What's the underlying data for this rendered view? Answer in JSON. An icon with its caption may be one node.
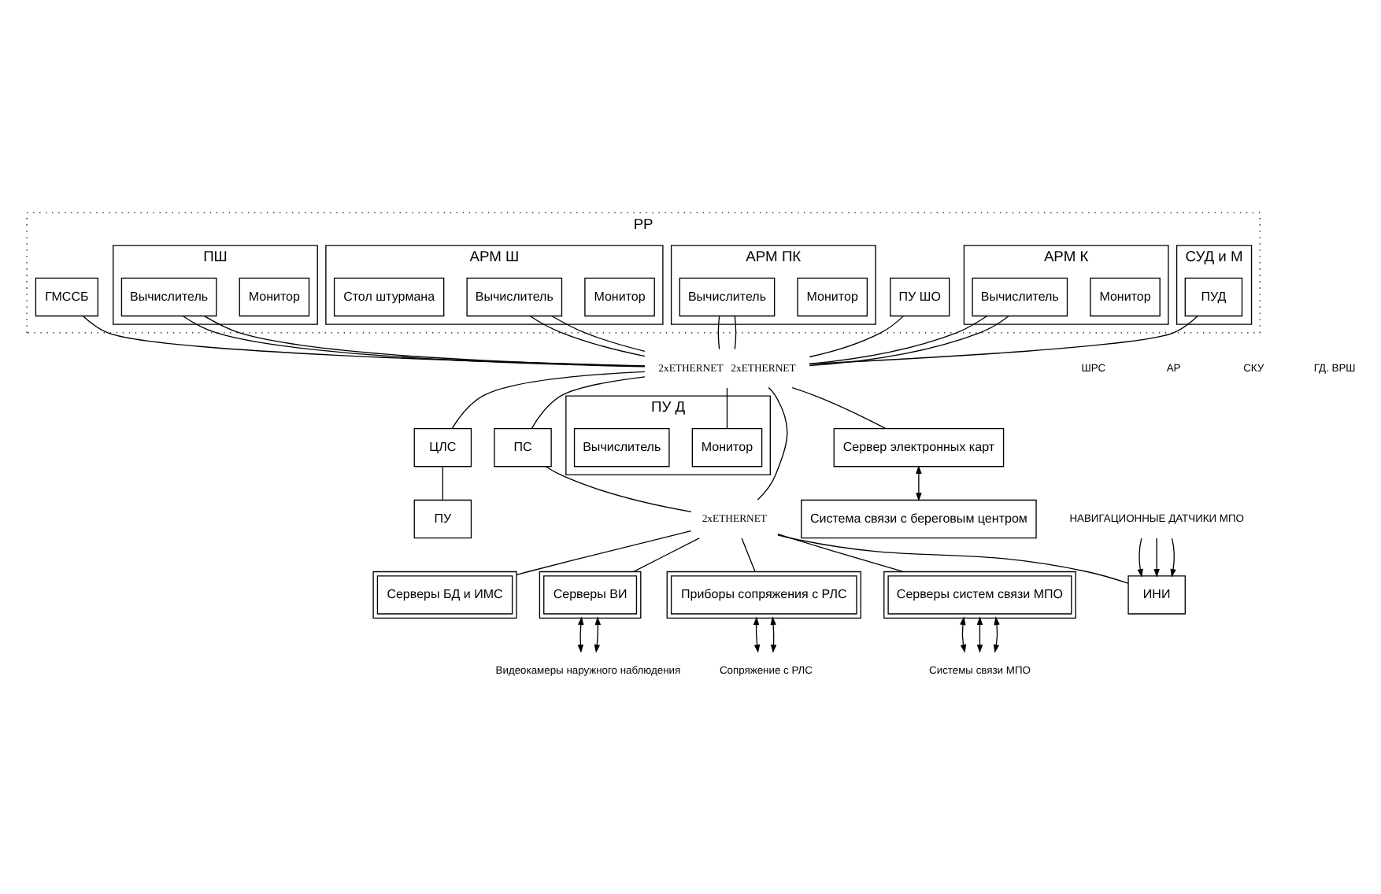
{
  "diagram": {
    "nodes": [
      {
        "text": [
          "РР"
        ]
      },
      {
        "text": [
          "ГМССБ"
        ],
        "in": 0
      },
      {
        "text": [
          "ПУ ШО"
        ],
        "in": 0
      },
      {
        "text": [
          "АРМ К"
        ],
        "in": 0
      },
      {
        "text": [
          "Монитор"
        ],
        "in": 3
      },
      {
        "text": [
          "Вычислитель"
        ],
        "in": 3
      },
      {
        "text": [
          "СУД и М"
        ],
        "in": 0
      },
      {
        "text": [
          "ПУД"
        ],
        "in": 6
      },
      {
        "text": [
          "АРМ ПК"
        ],
        "in": 0
      },
      {
        "text": [
          "Монитор"
        ],
        "in": 8
      },
      {
        "text": [
          "Вычислитель"
        ],
        "in": 8
      },
      {
        "text": [
          "АРМ Ш"
        ],
        "in": 0
      },
      {
        "text": [
          "Монитор"
        ],
        "in": 11
      },
      {
        "text": [
          "Вычислитель"
        ],
        "in": 11
      },
      {
        "text": [
          "Стол штурмана"
        ],
        "in": 11
      },
      {
        "text": [
          "ПШ"
        ],
        "in": 0
      },
      {
        "text": [
          "Монитор"
        ],
        "in": 15
      },
      {
        "text": [
          "Вычислитель"
        ],
        "in": 15
      },
      {
        "text": [
          "2xETHERNET",
          "2xETHERNET"
        ]
      },
      {
        "text": [
          "ПС"
        ]
      },
      {
        "text": [
          "ЦЛС"
        ]
      },
      {
        "text": [
          "ПУ"
        ]
      },
      {
        "text": [
          "ПУ Д"
        ]
      },
      {
        "text": [
          "Монитор"
        ],
        "in": 22
      },
      {
        "text": [
          "Вычислитель"
        ],
        "in": 22
      },
      {
        "text": [
          "Сервер электронных карт"
        ]
      },
      {
        "text": [
          "Система связи с береговым центром"
        ]
      },
      {
        "text": [
          "2xETHERNET"
        ]
      },
      {
        "text": [
          "ИНИ"
        ]
      },
      {
        "text": [
          "Серверы систем связи МПО"
        ]
      },
      {
        "text": [
          "Серверы БД и ИМС"
        ]
      },
      {
        "text": [
          "Серверы ВИ"
        ]
      },
      {
        "text": [
          "Приборы сопряжения с РЛС"
        ]
      },
      {
        "text": [
          "НАВИГАЦИОННЫЕ ДАТЧИКИ МПО"
        ]
      },
      {
        "text": [
          "Системы связи МПО"
        ]
      },
      {
        "text": [
          "Видеокамеры наружного наблюдения"
        ]
      },
      {
        "text": [
          "Сопряжение с РЛС"
        ]
      }
    ],
    "edges": [
      {
        "from": 1,
        "to": 18,
        "arrow": "none"
      },
      {
        "from": 2,
        "to": 18,
        "arrow": "none"
      },
      {
        "from": 5,
        "to": 18,
        "arrow": "none"
      },
      {
        "from": 5,
        "to": 18,
        "arrow": "none"
      },
      {
        "from": 7,
        "to": 18,
        "arrow": "none"
      },
      {
        "from": 10,
        "to": 18,
        "arrow": "none"
      },
      {
        "from": 10,
        "to": 18,
        "arrow": "none"
      },
      {
        "from": 13,
        "to": 18,
        "arrow": "none"
      },
      {
        "from": 13,
        "to": 18,
        "arrow": "none"
      },
      {
        "from": 17,
        "to": 18,
        "arrow": "none"
      },
      {
        "from": 17,
        "to": 18,
        "arrow": "none"
      },
      {
        "from": 18,
        "to": 19,
        "arrow": "none"
      },
      {
        "from": 18,
        "to": 20,
        "arrow": "none"
      },
      {
        "from": 18,
        "to": 23,
        "arrow": "none"
      },
      {
        "from": 18,
        "to": 25,
        "arrow": "none"
      },
      {
        "from": 20,
        "to": 21,
        "arrow": "none"
      },
      {
        "from": 25,
        "to": 26,
        "arrow": "both"
      },
      {
        "from": 19,
        "to": 27,
        "arrow": "none"
      },
      {
        "from": 18,
        "to": 27,
        "arrow": "none"
      },
      {
        "from": 27,
        "to": 28,
        "arrow": "none"
      },
      {
        "from": 27,
        "to": 29,
        "arrow": "none"
      },
      {
        "from": 27,
        "to": 30,
        "arrow": "none"
      },
      {
        "from": 27,
        "to": 31,
        "arrow": "none"
      },
      {
        "from": 27,
        "to": 32,
        "arrow": "none"
      },
      {
        "from": 33,
        "to": 28,
        "arrow": "to"
      },
      {
        "from": 33,
        "to": 28,
        "arrow": "to"
      },
      {
        "from": 33,
        "to": 28,
        "arrow": "to"
      },
      {
        "from": 29,
        "to": 34,
        "arrow": "both"
      },
      {
        "from": 29,
        "to": 34,
        "arrow": "both"
      },
      {
        "from": 29,
        "to": 34,
        "arrow": "both"
      },
      {
        "from": 31,
        "to": 35,
        "arrow": "both"
      },
      {
        "from": 31,
        "to": 35,
        "arrow": "both"
      },
      {
        "from": 32,
        "to": 36,
        "arrow": "both"
      },
      {
        "from": 32,
        "to": 36,
        "arrow": "both"
      }
    ],
    "labels": [
      "ШРС",
      "АР",
      "СКУ",
      "ГД. ВРШ"
    ]
  }
}
